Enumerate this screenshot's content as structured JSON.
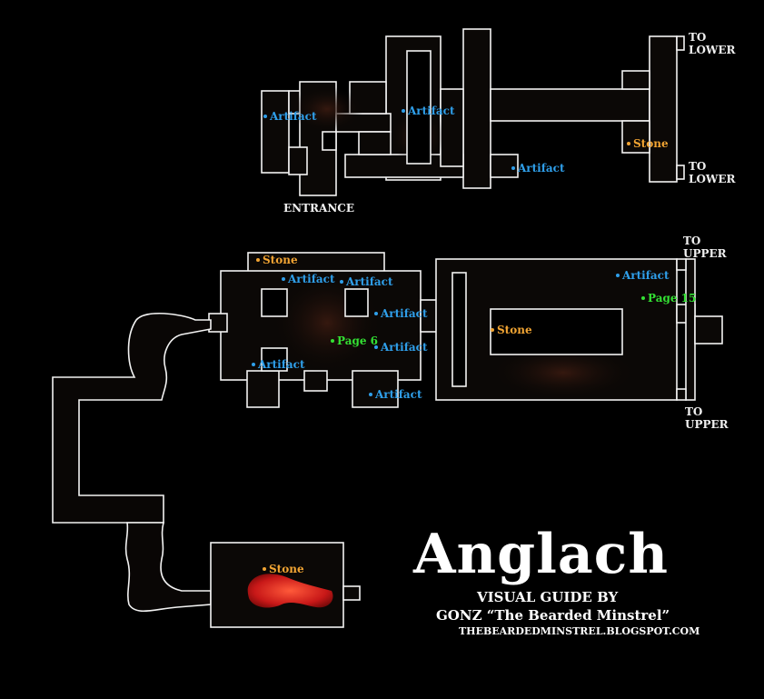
{
  "title": "Anglach",
  "subtitle": "VISUAL GUIDE BY",
  "credit": "GONZ “The Bearded Minstrel”",
  "blog": "THEBEARDEDMINSTREL.BLOGSPOT.COM",
  "colors": {
    "artifact": "#2f9fea",
    "stone": "#f1a433",
    "page": "#33e033",
    "wall": "#f2f2f2",
    "lava": "#d42020"
  },
  "notes": {
    "to_lower_a": [
      "TO",
      "LOWER"
    ],
    "to_lower_b": [
      "TO",
      "LOWER"
    ],
    "entrance": "ENTRANCE",
    "to_upper_a": [
      "TO",
      "UPPER"
    ],
    "to_upper_b": [
      "TO",
      "UPPER"
    ]
  },
  "markers": [
    {
      "type": "artifact",
      "label": "Artifact"
    },
    {
      "type": "artifact",
      "label": "Artifact"
    },
    {
      "type": "artifact",
      "label": "Artifact"
    },
    {
      "type": "stone",
      "label": "Stone"
    },
    {
      "type": "stone",
      "label": "Stone"
    },
    {
      "type": "artifact",
      "label": "Artifact"
    },
    {
      "type": "artifact",
      "label": "Artifact"
    },
    {
      "type": "artifact",
      "label": "Artifact"
    },
    {
      "type": "page",
      "label": "Page 6"
    },
    {
      "type": "artifact",
      "label": "Artifact"
    },
    {
      "type": "artifact",
      "label": "Artifact"
    },
    {
      "type": "artifact",
      "label": "Artifact"
    },
    {
      "type": "stone",
      "label": "Stone"
    },
    {
      "type": "artifact",
      "label": "Artifact"
    },
    {
      "type": "page",
      "label": "Page 15"
    },
    {
      "type": "stone",
      "label": "Stone"
    }
  ]
}
